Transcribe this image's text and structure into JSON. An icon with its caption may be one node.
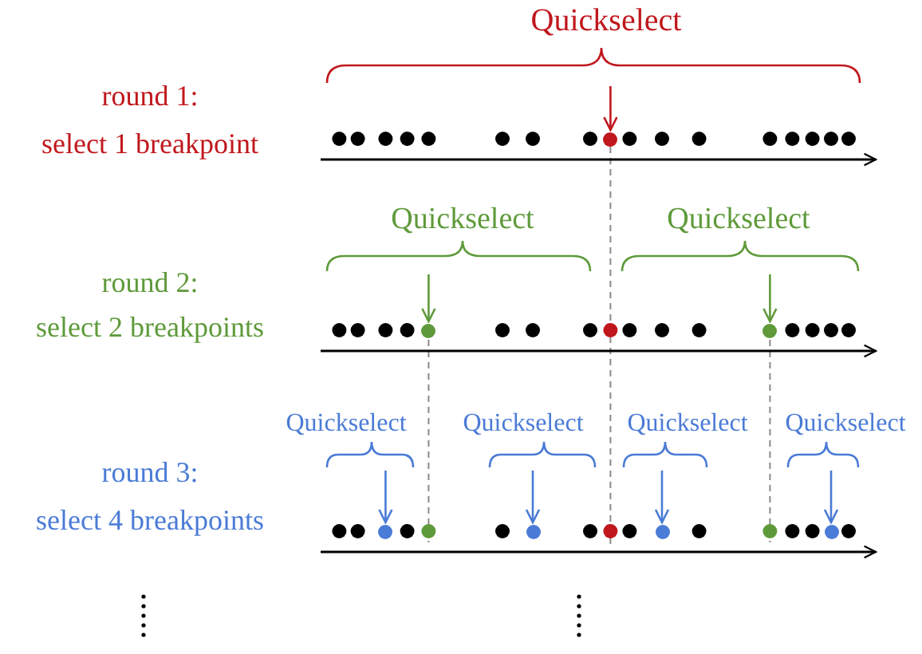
{
  "diagram": {
    "nodes": [
      {
        "text": [
          "Quickselect"
        ]
      },
      {
        "text": [],
        "shape": "circle"
      },
      {
        "text": [
          "Quickselect"
        ]
      },
      {
        "text": [
          "Quickselect"
        ]
      },
      {
        "text": [],
        "shape": "circle"
      },
      {
        "text": [],
        "shape": "circle"
      },
      {
        "text": [
          "Quickselect"
        ]
      },
      {
        "text": [
          "Quickselect"
        ]
      },
      {
        "text": [
          "Quickselect"
        ]
      },
      {
        "text": [
          "Quickselect"
        ]
      },
      {
        "text": [],
        "shape": "circle"
      },
      {
        "text": [],
        "shape": "circle"
      },
      {
        "text": [],
        "shape": "circle"
      },
      {
        "text": [],
        "shape": "circle"
      }
    ],
    "edges": [
      {
        "from": 0,
        "to": 1,
        "arrow": "to",
        "color": "#c0171c"
      },
      {
        "from": 2,
        "to": 4,
        "arrow": "to",
        "color": "#5e9a3a"
      },
      {
        "from": 3,
        "to": 5,
        "arrow": "to",
        "color": "#5e9a3a"
      },
      {
        "from": 6,
        "to": 10,
        "arrow": "to"
      },
      {
        "from": 7,
        "to": 11,
        "arrow": "to"
      },
      {
        "from": 8,
        "to": 12,
        "arrow": "to"
      },
      {
        "from": 9,
        "to": 13,
        "arrow": "to"
      }
    ],
    "labels": [
      "round 1:",
      "select 1 breakpoint",
      "round 2:",
      "select 2 breakpoints",
      "round 3:",
      "select 4 breakpoints"
    ]
  }
}
